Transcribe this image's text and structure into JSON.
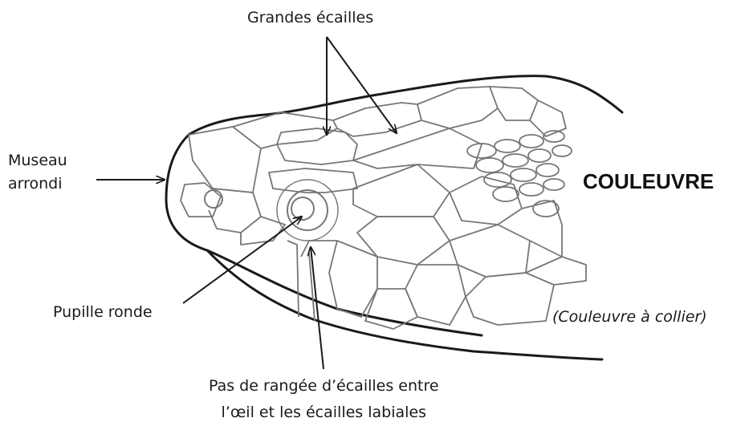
{
  "labels": {
    "grandes_ecailles": "Grandes écailles",
    "museau_line1": "Museau",
    "museau_line2": "arrondi",
    "pupille": "Pupille ronde",
    "pas_line1": "Pas de rangée d’écailles entre",
    "pas_line2": "l’œil et les écailles labiales",
    "title": "COULEUVRE",
    "subtitle": "(Couleuvre à collier)"
  },
  "colors": {
    "outline": "#1a1a1a",
    "scale_line": "#777777",
    "text": "#1a1a1a"
  }
}
